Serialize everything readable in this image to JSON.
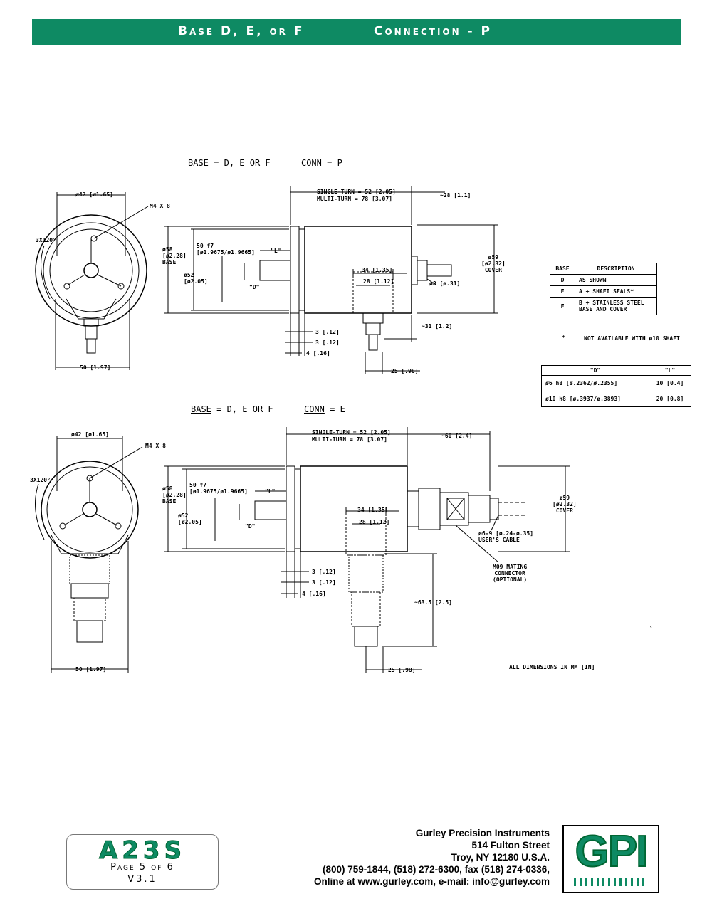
{
  "header": {
    "left": "Base D, E, or F",
    "right": "Connection - P"
  },
  "conn_p": {
    "caption_base_key": "BASE",
    "caption_base_val": "= D, E OR F",
    "caption_conn_key": "CONN",
    "caption_conn_val": "= P",
    "labels": {
      "dia42": "ø42 [ø1.65]",
      "m4": "M4 X 8",
      "angle": "3X120°",
      "w50": "50 [1.97]",
      "single": "SINGLE-TURN = 52 [2.05]",
      "multi": "MULTI-TURN = 78 [3.07]",
      "d28": "~28 [1.1]",
      "dia58": "ø58\n[ø2.28]\nBASE",
      "f7": "50 f7\n[ø1.9675/ø1.9665]",
      "L": "\"L\"",
      "dia52": "ø52\n[ø2.05]",
      "D": "\"D\"",
      "d34": "34 [1.35]",
      "d28b": "28 [1.12]",
      "dia8": "ø8 [ø.31]",
      "dia59": "ø59\n[ø2.32]\nCOVER",
      "d3a": "3 [.12]",
      "d3b": "3 [.12]",
      "d4": "4 [.16]",
      "d31": "~31 [1.2]",
      "d25": "25 [.98]"
    }
  },
  "conn_e": {
    "caption_base_key": "BASE",
    "caption_base_val": "= D, E OR F",
    "caption_conn_key": "CONN",
    "caption_conn_val": "= E",
    "labels": {
      "dia42": "ø42 [ø1.65]",
      "m4": "M4 X 8",
      "angle": "3X120°",
      "w50": "50 [1.97]",
      "single": "SINGLE-TURN = 52 [2.05]",
      "multi": "MULTI-TURN = 78 [3.07]",
      "d60": "~60 [2.4]",
      "dia58": "ø58\n[ø2.28]\nBASE",
      "f7": "50 f7\n[ø1.9675/ø1.9665]",
      "L": "\"L\"",
      "dia52": "ø52\n[ø2.05]",
      "D": "\"D\"",
      "d34": "34 [1.35]",
      "d28b": "28 [1.12]",
      "cable": "ø6-9 [ø.24-ø.35]\nUSER'S CABLE",
      "dia59": "ø59\n[ø2.32]\nCOVER",
      "m09": "M09 MATING\nCONNECTOR\n(OPTIONAL)",
      "d3a": "3 [.12]",
      "d3b": "3 [.12]",
      "d4": "4 [.16]",
      "d635": "~63.5 [2.5]",
      "d25": "25 [.98]"
    }
  },
  "base_table": {
    "headers": [
      "BASE",
      "DESCRIPTION"
    ],
    "rows": [
      [
        "D",
        "AS SHOWN"
      ],
      [
        "E",
        "A + SHAFT SEALS*"
      ],
      [
        "F",
        "B + STAINLESS STEEL\nBASE AND COVER"
      ]
    ],
    "note_star": "*",
    "note": "NOT AVAILABLE WITH ø10 SHAFT"
  },
  "shaft_table": {
    "headers": [
      "\"D\"",
      "\"L\""
    ],
    "rows": [
      [
        "ø6  h8 [ø.2362/ø.2355]",
        "10 [0.4]"
      ],
      [
        "ø10  h8 [ø.3937/ø.3893]",
        "20 [0.8]"
      ]
    ]
  },
  "all_dims": "ALL DIMENSIONS IN MM [IN]",
  "stray_mark": "‹",
  "footer": {
    "model": "A23S",
    "page": "Page 5 of 6",
    "version": "V3.1",
    "address": [
      "Gurley Precision Instruments",
      "514 Fulton Street",
      "Troy, NY 12180 U.S.A.",
      "(800) 759-1844, (518) 272-6300, fax (518) 274-0336,",
      "Online at www.gurley.com, e-mail: info@gurley.com"
    ],
    "logo": "GPI"
  }
}
